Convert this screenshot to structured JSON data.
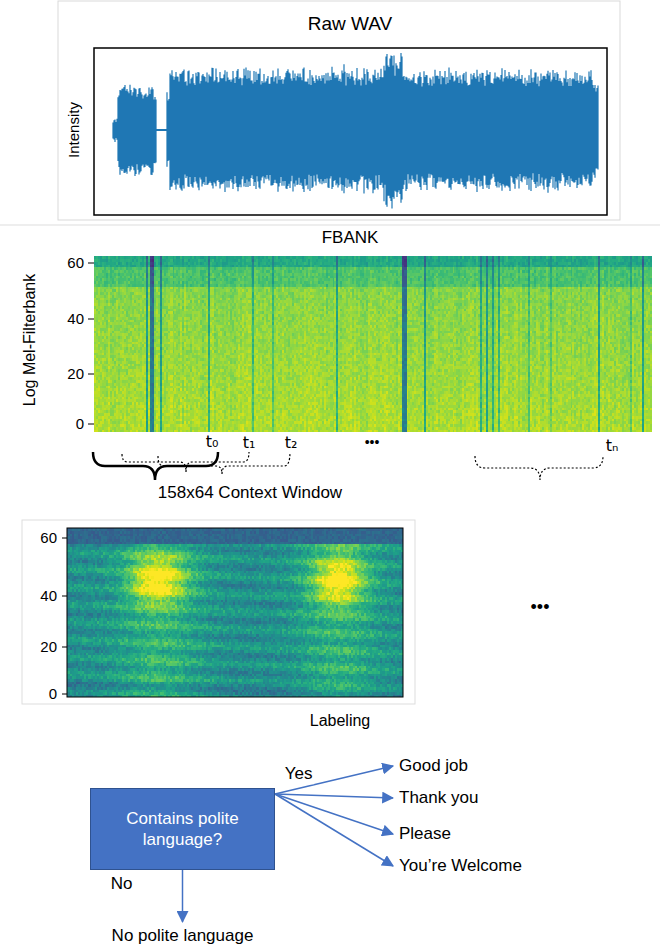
{
  "diagram": {
    "nodes": [
      {
        "text": [
          "Contains polite language?"
        ]
      },
      {
        "text": [
          "Good job"
        ]
      },
      {
        "text": [
          "Thank you"
        ]
      },
      {
        "text": [
          "Please"
        ]
      },
      {
        "text": [
          "You’re Welcome"
        ]
      },
      {
        "text": [
          "No polite language"
        ]
      }
    ],
    "edges": [
      {
        "from": 0,
        "to": 1,
        "arrow": "to",
        "label": "Yes"
      },
      {
        "from": 0,
        "to": 2,
        "arrow": "to"
      },
      {
        "from": 0,
        "to": 3,
        "arrow": "to"
      },
      {
        "from": 0,
        "to": 4,
        "arrow": "to"
      },
      {
        "from": 0,
        "to": 5,
        "arrow": "to",
        "label": "No"
      }
    ],
    "labels": [
      "Raw WAV",
      "Intensity",
      "FBANK",
      "Log Mel-Filterbank",
      "60",
      "40",
      "20",
      "0",
      "t₀",
      "t₁",
      "t₂",
      "•••",
      "tₙ",
      "158x64 Context Window",
      "60",
      "40",
      "20",
      "0",
      "•••",
      "Labeling"
    ]
  }
}
